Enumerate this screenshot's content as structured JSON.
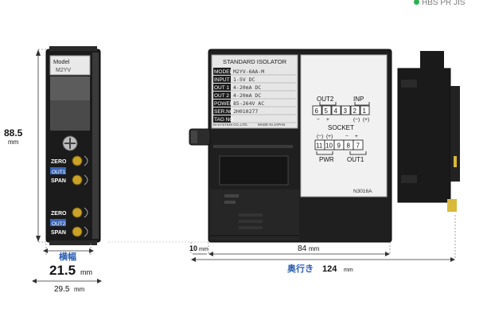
{
  "corner_text": "HBS PR JIS",
  "front_view": {
    "model_label": "Model",
    "model_value": "M2YV",
    "channel1": {
      "zero": "ZERO",
      "out": "OUT1",
      "span": "SPAN"
    },
    "channel2": {
      "zero": "ZERO",
      "out": "OUT2",
      "span": "SPAN"
    }
  },
  "dimensions": {
    "height_value": "88.5",
    "height_unit": "mm",
    "width_label": "横幅",
    "width_value": "21.5",
    "width_unit": "mm",
    "outer_width_value": "29.5",
    "outer_width_unit": "mm",
    "front_depth_value": "10",
    "front_depth_unit": "mm",
    "body_depth_value": "84",
    "body_depth_unit": "mm",
    "depth_label": "奥行き",
    "depth_value": "124",
    "depth_unit": "mm"
  },
  "nameplate": {
    "header": "STANDARD ISOLATOR",
    "rows": [
      {
        "key": "MODEL",
        "value": "M2YV-6AA-M"
      },
      {
        "key": "INPUT",
        "value": "1-5V DC"
      },
      {
        "key": "OUT 1",
        "value": "4-20mA DC"
      },
      {
        "key": "OUT 2",
        "value": "4-20mA DC"
      },
      {
        "key": "POWER",
        "value": "85-264V AC"
      },
      {
        "key": "SER.NO",
        "value": "2H010277"
      },
      {
        "key": "TAG NO",
        "value": ""
      }
    ],
    "brand": "M-SYSTEM CO.,LTD.",
    "made_in": "MADE IN JAPAN"
  },
  "wiring": {
    "out2_label": "OUT2",
    "inp_label": "INP",
    "top_terminals": [
      "6",
      "5",
      "4",
      "3",
      "2",
      "1"
    ],
    "top_polarity": [
      "−",
      "+",
      "(−)",
      "(+)"
    ],
    "socket_label": "SOCKET",
    "bottom_polarity": [
      "(−)",
      "(+)",
      "−",
      "+"
    ],
    "bottom_terminals": [
      "11",
      "10",
      "9",
      "8",
      "7"
    ],
    "pwr_label": "PWR",
    "out1_label": "OUT1",
    "part_no": "N3016A"
  }
}
